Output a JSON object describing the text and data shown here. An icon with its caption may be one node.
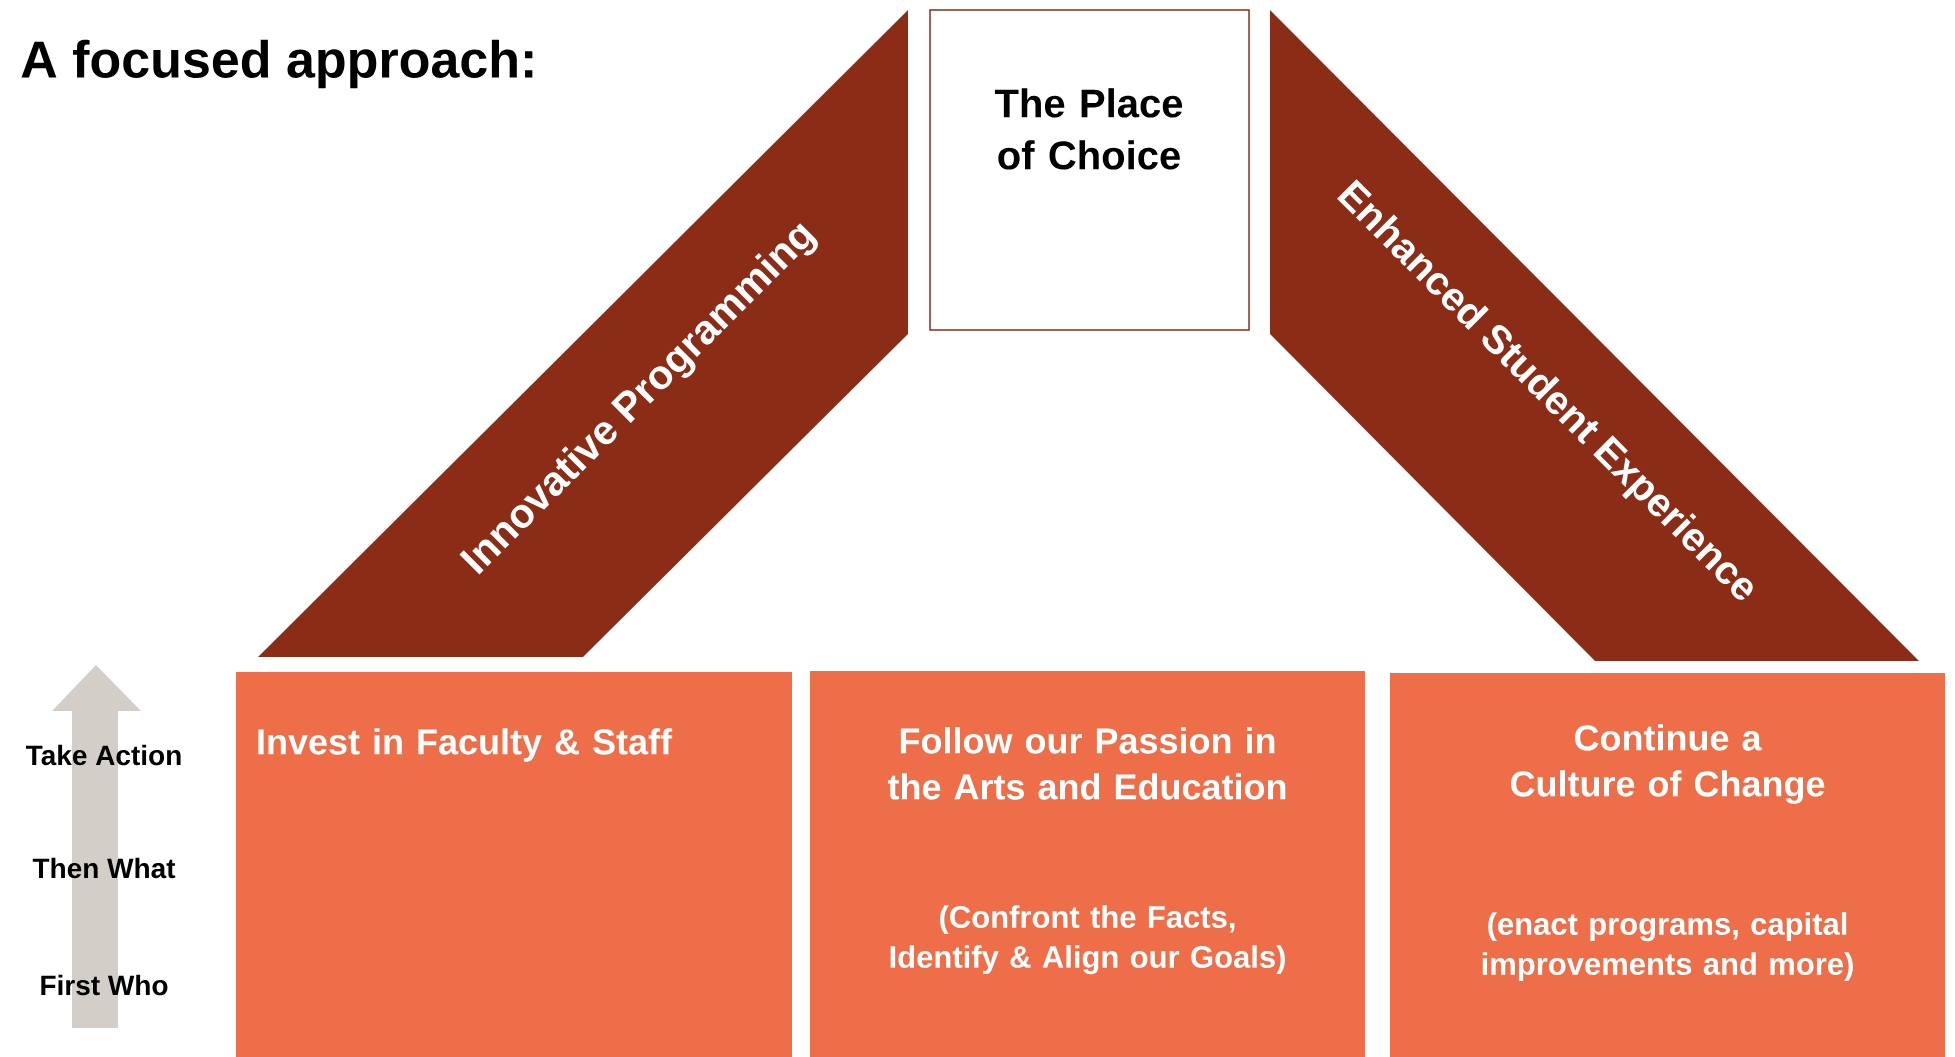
{
  "diagram": {
    "title": "A focused approach:",
    "nodes": [
      {
        "text": [
          "Innovative Programming"
        ]
      },
      {
        "text": [
          "The Place of Choice"
        ]
      },
      {
        "text": [
          "Enhanced Student Experience"
        ]
      },
      {
        "text": [
          "Invest in Faculty & Staff"
        ]
      },
      {
        "text": [
          "Follow our Passion in the Arts and Education",
          "(Confront the Facts, Identify & Align our Goals)"
        ]
      },
      {
        "text": [
          "Continue a Culture of Change",
          "(enact programs, capital improvements and more)"
        ]
      }
    ],
    "labels": [
      "Take Action",
      "Then What",
      "First Who"
    ]
  }
}
